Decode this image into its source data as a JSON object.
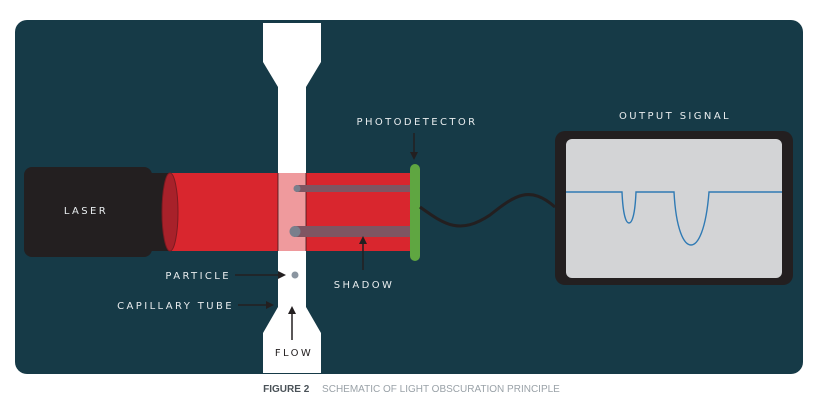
{
  "figure": {
    "number_label": "FIGURE  2",
    "title": "SCHEMATIC OF LIGHT OBSCURATION PRINCIPLE"
  },
  "labels": {
    "laser": "LASER",
    "photodetector": "PHOTODETECTOR",
    "output_signal": "OUTPUT SIGNAL",
    "particle": "PARTICLE",
    "capillary_tube": "CAPILLARY TUBE",
    "shadow": "SHADOW",
    "flow": "FLOW"
  },
  "colors": {
    "background": "#163a47",
    "laser_body": "#231f20",
    "laser_beam": "#d9262e",
    "beam_in_tube": "#ef9a9d",
    "shadow": "#7f5562",
    "photodetector": "#5fa641",
    "screen": "#d3d4d6",
    "signal": "#2f7ab4",
    "tube": "#ffffff",
    "particle": "#8a95a0"
  },
  "signal_dips": [
    {
      "name": "small-particle-dip",
      "relative_depth": 0.35
    },
    {
      "name": "large-particle-dip",
      "relative_depth": 0.6
    }
  ]
}
